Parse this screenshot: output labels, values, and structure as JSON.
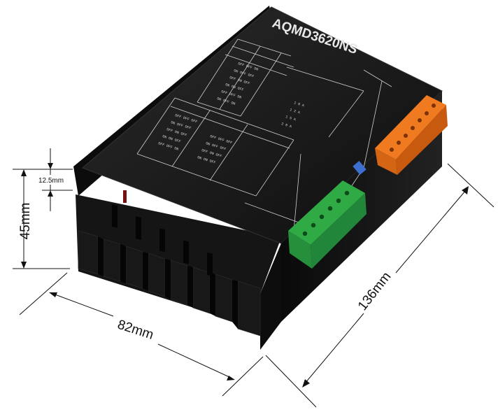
{
  "product": {
    "model": "AQMD3620NS"
  },
  "dimensions": {
    "height_label": "45mm",
    "terminal_label": "12.5mm",
    "width_label": "82mm",
    "length_label": "136mm"
  },
  "colors": {
    "body": "#141414",
    "heatsink": "#1c1c1c",
    "orange_terminal": "#f07a20",
    "green_terminal": "#2faa45",
    "dimension_lines": "#111111"
  }
}
